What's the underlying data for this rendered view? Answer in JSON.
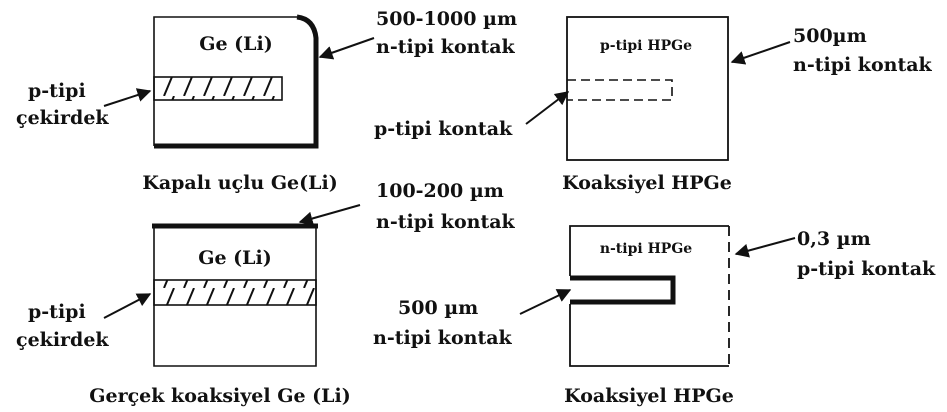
{
  "colors": {
    "ink": "#111111",
    "background": "#ffffff"
  },
  "panels": {
    "closed_end": {
      "inner_label": "Ge (Li)",
      "contact_label_line1": "500-1000 µm",
      "contact_label_line2": "n-tipi kontak",
      "core_label_line1": "p-tipi",
      "core_label_line2": "çekirdek",
      "caption": "Kapalı uçlu Ge(Li)"
    },
    "coaxial_p": {
      "inner_label": "p-tipi HPGe",
      "outer_contact_line1": "500µm",
      "outer_contact_line2": "n-tipi kontak",
      "inner_contact_label": "p-tipi kontak",
      "caption": "Koaksiyel HPGe"
    },
    "true_coaxial": {
      "inner_label": "Ge (Li)",
      "contact_label_line1": "100-200 µm",
      "contact_label_line2": "n-tipi kontak",
      "core_label_line1": "p-tipi",
      "core_label_line2": "çekirdek",
      "caption": "Gerçek koaksiyel Ge (Li)"
    },
    "coaxial_n": {
      "inner_label": "n-tipi HPGe",
      "outer_contact_line1": "0,3 µm",
      "outer_contact_line2": "p-tipi kontak",
      "inner_contact_line1": "500 µm",
      "inner_contact_line2": "n-tipi kontak",
      "caption": "Koaksiyel HPGe"
    }
  }
}
